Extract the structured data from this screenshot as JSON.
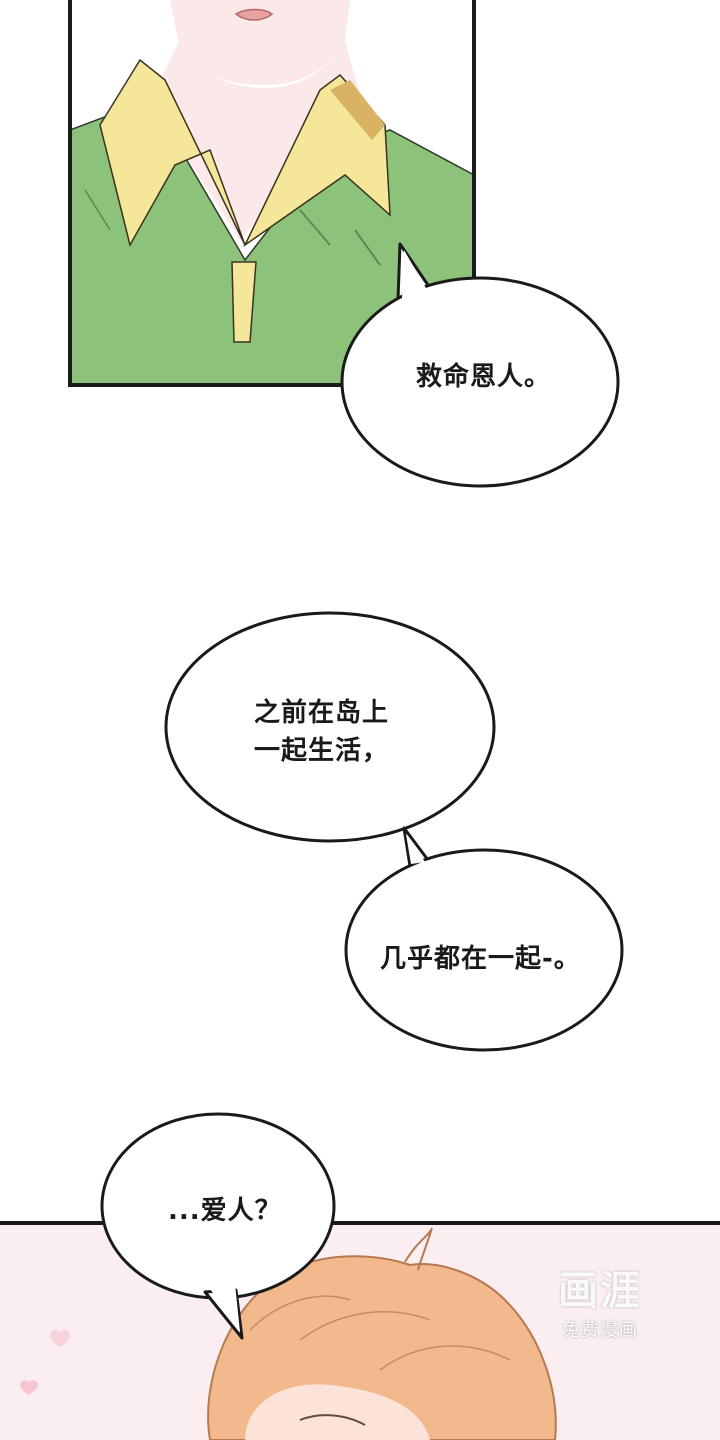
{
  "panels": {
    "bubble1": {
      "text": "救命恩人。"
    },
    "bubble2": {
      "line1": "之前在岛上",
      "line2": "一起生活，"
    },
    "bubble3": {
      "text": "几乎都在一起-。"
    },
    "bubble4": {
      "text": "...爱人？"
    }
  },
  "watermark": {
    "logo": "画涯",
    "subtitle": "免费漫画"
  },
  "colors": {
    "shirt_green": "#8cc279",
    "collar_yellow": "#f5e79a",
    "skin": "#fbe9ea",
    "hair": "#f2b98c",
    "pink_bg": "#fbeef0",
    "outline": "#1a1a1a"
  }
}
